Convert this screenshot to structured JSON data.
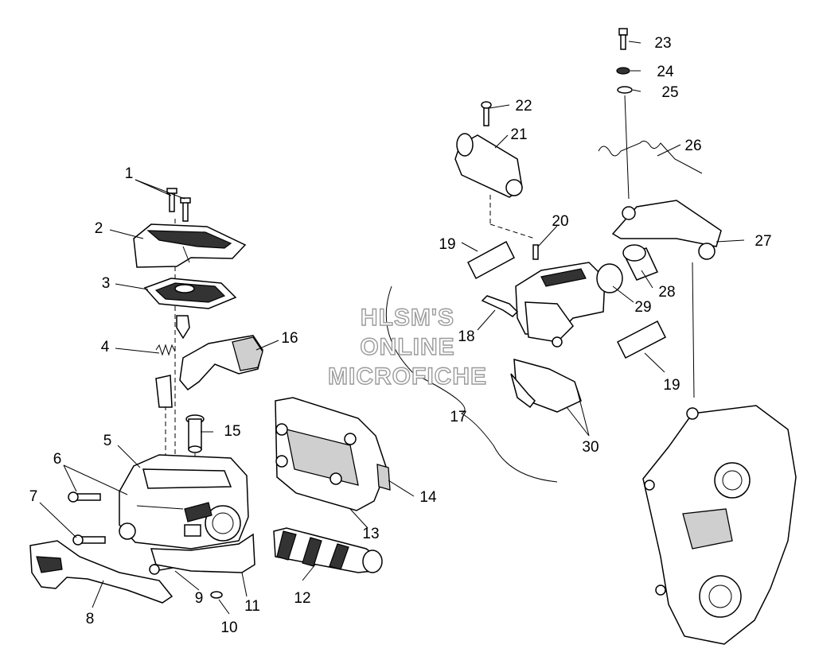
{
  "watermark": {
    "line1": "HLSM'S",
    "line2": "ONLINE",
    "line3": "MICROFICHE"
  },
  "callouts": [
    "1",
    "2",
    "3",
    "4",
    "5",
    "6",
    "7",
    "8",
    "9",
    "10",
    "11",
    "12",
    "13",
    "14",
    "15",
    "16",
    "17",
    "18",
    "19",
    "19",
    "20",
    "21",
    "22",
    "23",
    "24",
    "25",
    "26",
    "27",
    "28",
    "29",
    "30"
  ],
  "colors": {
    "line": "#000000",
    "fill": "#ffffff",
    "shade": "#333333",
    "watermark_stroke": "#9a9a9a"
  }
}
